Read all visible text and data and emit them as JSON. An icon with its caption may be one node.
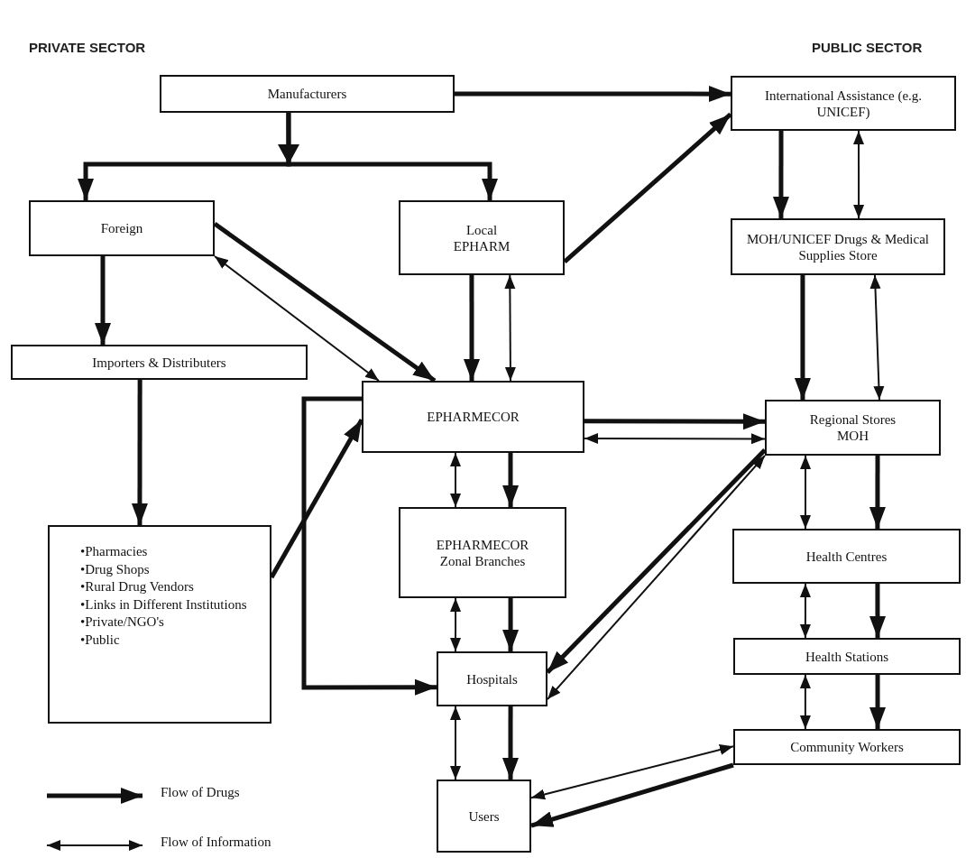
{
  "diagram": {
    "nodes": [
      {
        "text": [
          "Manufacturers"
        ]
      },
      {
        "text": [
          "International Assistance (e.g. UNICEF)"
        ]
      },
      {
        "text": [
          "Foreign"
        ]
      },
      {
        "text": [
          "Local EPHARM"
        ]
      },
      {
        "text": [
          "MOH/UNICEF Drugs & Medical Supplies Store"
        ]
      },
      {
        "text": [
          "Importers & Distributers"
        ]
      },
      {
        "text": [
          "EPHARMECOR"
        ]
      },
      {
        "text": [
          "Regional Stores MOH"
        ]
      },
      {
        "text": [
          "•Pharmacies",
          "•Drug Shops",
          "•Rural Drug Vendors",
          "•Links in Different Institutions",
          "•Private/NGO's",
          "•Public"
        ]
      },
      {
        "text": [
          "EPHARMECOR Zonal Branches"
        ]
      },
      {
        "text": [
          "Health Centres"
        ]
      },
      {
        "text": [
          "Health Stations"
        ]
      },
      {
        "text": [
          "Hospitals"
        ]
      },
      {
        "text": [
          "Community Workers"
        ]
      },
      {
        "text": [
          "Users"
        ]
      }
    ],
    "edges": [
      {
        "from": 0,
        "to": 2,
        "arrow": "to"
      },
      {
        "from": 0,
        "to": 3,
        "arrow": "to"
      },
      {
        "from": 0,
        "to": 1,
        "arrow": "to"
      },
      {
        "from": 3,
        "to": 1,
        "arrow": "to"
      },
      {
        "from": 1,
        "to": 4,
        "arrow": "to"
      },
      {
        "from": 1,
        "to": 4,
        "arrow": "both"
      },
      {
        "from": 2,
        "to": 5,
        "arrow": "to"
      },
      {
        "from": 2,
        "to": 6,
        "arrow": "to"
      },
      {
        "from": 2,
        "to": 6,
        "arrow": "both"
      },
      {
        "from": 3,
        "to": 6,
        "arrow": "to"
      },
      {
        "from": 3,
        "to": 6,
        "arrow": "both"
      },
      {
        "from": 5,
        "to": 8,
        "arrow": "to"
      },
      {
        "from": 8,
        "to": 6,
        "arrow": "to"
      },
      {
        "from": 6,
        "to": 12,
        "arrow": "to"
      },
      {
        "from": 6,
        "to": 7,
        "arrow": "to"
      },
      {
        "from": 7,
        "to": 6,
        "arrow": "both"
      },
      {
        "from": 6,
        "to": 9,
        "arrow": "both"
      },
      {
        "from": 6,
        "to": 9,
        "arrow": "to"
      },
      {
        "from": 7,
        "to": 12,
        "arrow": "to"
      },
      {
        "from": 12,
        "to": 7,
        "arrow": "both"
      },
      {
        "from": 4,
        "to": 7,
        "arrow": "to"
      },
      {
        "from": 4,
        "to": 7,
        "arrow": "both"
      },
      {
        "from": 9,
        "to": 12,
        "arrow": "both"
      },
      {
        "from": 9,
        "to": 12,
        "arrow": "to"
      },
      {
        "from": 7,
        "to": 10,
        "arrow": "both"
      },
      {
        "from": 7,
        "to": 10,
        "arrow": "to"
      },
      {
        "from": 10,
        "to": 11,
        "arrow": "both"
      },
      {
        "from": 10,
        "to": 11,
        "arrow": "to"
      },
      {
        "from": 11,
        "to": 13,
        "arrow": "both"
      },
      {
        "from": 11,
        "to": 13,
        "arrow": "to"
      },
      {
        "from": 12,
        "to": 14,
        "arrow": "both"
      },
      {
        "from": 12,
        "to": 14,
        "arrow": "to"
      },
      {
        "from": 14,
        "to": 13,
        "arrow": "both"
      },
      {
        "from": 13,
        "to": 14,
        "arrow": "to"
      }
    ],
    "labels": [
      "PRIVATE SECTOR",
      "PUBLIC SECTOR"
    ],
    "legend": [
      {
        "text": "Flow of Drugs"
      },
      {
        "text": "Flow of Information"
      }
    ]
  }
}
